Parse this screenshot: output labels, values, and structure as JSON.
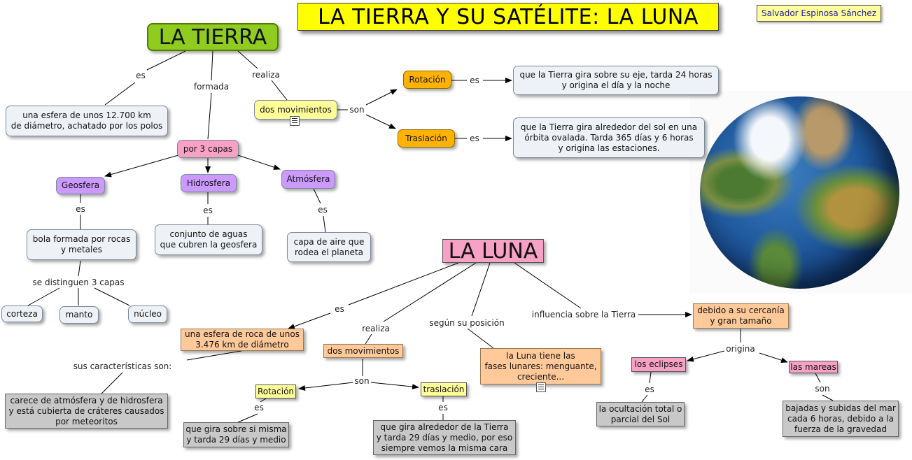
{
  "title": "LA TIERRA Y SU SATÉLITE: LA LUNA",
  "author": "Salvador Espinosa Sánchez",
  "nodes": {
    "tierra": "LA TIERRA",
    "esfera_tierra": "una esfera de unos 12.700 km\nde diámetro, achatado por los polos",
    "dos_mov_tierra": "dos movimientos",
    "rotacion_tierra": "Rotación",
    "traslacion_tierra": "Traslación",
    "rotacion_desc": "que la Tierra gira sobre su eje, tarda 24 horas\ny origina el día y la noche",
    "traslacion_desc": "que la Tierra gira alrededor del sol en una\nórbita ovalada. Tarda 365 días y 6 horas\ny origina las estaciones.",
    "tres_capas": "por 3 capas",
    "geosfera": "Geosfera",
    "hidrosfera": "Hidrosfera",
    "atmosfera": "Atmósfera",
    "geosfera_desc": "bola formada por rocas\ny metales",
    "hidrosfera_desc": "conjunto de aguas\nque cubren la geosfera",
    "atmosfera_desc": "capa de aire  que\nrodea el planeta",
    "corteza": "corteza",
    "manto": "manto",
    "nucleo": "núcleo",
    "luna": "LA LUNA",
    "esfera_luna": "una esfera de roca de unos\n3.476 km de diámetro",
    "caracteristicas_luna": "carece de atmósfera y de hidrosfera\ny está cubierta de cráteres causados\npor meteoritos",
    "dos_mov_luna": "dos movimientos",
    "rotacion_luna": "Rotación",
    "traslacion_luna": "traslación",
    "rotacion_luna_desc": "que gira sobre si misma\ny tarda 29 días y medio",
    "traslacion_luna_desc": "que gira alrededor de la Tierra\ny tarda 29 días y medio, por eso\nsiempre vemos la misma cara",
    "fases": "la Luna tiene las\nfases lunares: menguante,\ncreciente...",
    "cercania": "debido a su cercanía\ny gran tamaño",
    "eclipses": "los eclipses",
    "mareas": "las mareas",
    "eclipses_desc": "la ocultación total o\nparcial del Sol",
    "mareas_desc": "bajadas y subidas del mar\ncada 6 horas, debido a la\nfuerza de la gravedad"
  },
  "labels": {
    "es_tierra": "es",
    "formada": "formada",
    "realiza_tierra": "realiza",
    "son_tierra": "son",
    "es_rotacion": "es",
    "es_traslacion": "es",
    "es_geosfera": "es",
    "es_hidrosfera": "es",
    "es_atmosfera": "es",
    "se_distinguen": "se distinguen 3 capas",
    "es_luna": "es",
    "realiza_luna": "realiza",
    "segun_posicion": "según su posición",
    "influencia": "influencia sobre la Tierra",
    "sus_caracteristicas": "sus características son:",
    "son_luna": "son",
    "es_rot_luna": "es",
    "es_tras_luna": "es",
    "origina": "origina",
    "es_eclipses": "es",
    "son_mareas": "son"
  },
  "icons": {
    "note": "document-icon",
    "image": "earth-globe-image"
  },
  "colors": {
    "title_bg": "#ffff00",
    "tierra_bg": "#8fcc1f",
    "luna_bg": "#f7a1c4",
    "orange": "#ffb300",
    "violet": "#cc99ff",
    "peach": "#ffc999",
    "gray": "#c8c8c8"
  }
}
